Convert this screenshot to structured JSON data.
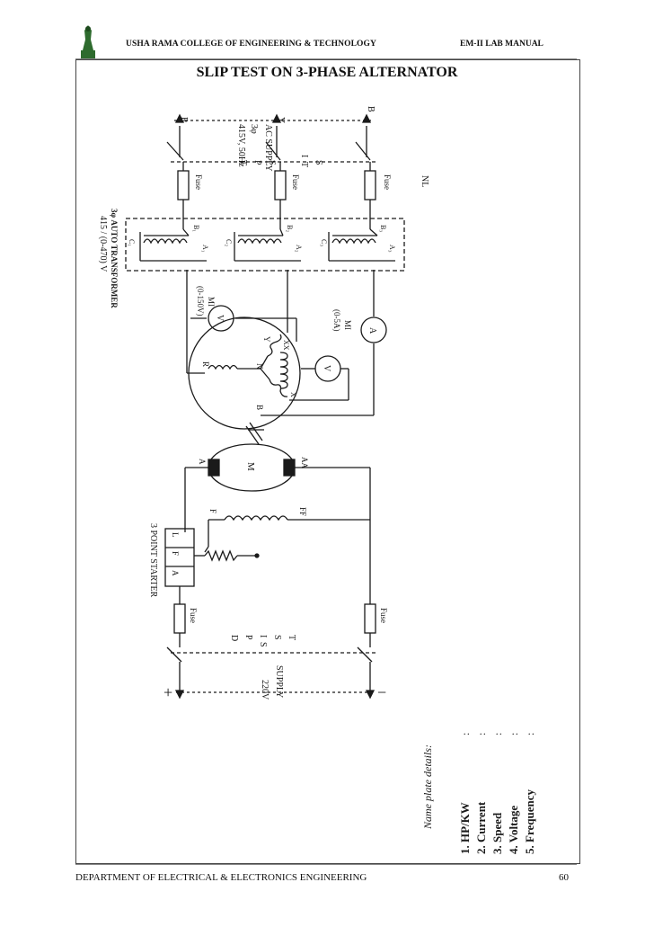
{
  "header": {
    "college": "USHA RAMA COLLEGE OF ENGINEERING & TECHNOLOGY",
    "manual": "EM-II LAB MANUAL"
  },
  "title": "SLIP TEST ON 3-PHASE ALTERNATOR",
  "diagram": {
    "phase_r": "R",
    "phase_y": "Y",
    "phase_b": "B",
    "supply_1": "415V, 50Hz",
    "supply_2": "3φ",
    "supply_3": "AC SUPPLY",
    "tpst": [
      "T",
      "P",
      "S",
      "T"
    ],
    "tpst_right": [
      "I",
      "T",
      "S"
    ],
    "nl": "NL",
    "fuse": "Fuse",
    "auto_1": "415 / (0-470) V",
    "auto_2": "3φ AUTO TRANSFORMER",
    "a1": "A₁",
    "a2": "A₂",
    "a3": "A₃",
    "b1": "B₁",
    "b2": "B₂",
    "b3": "B₃",
    "c1": "C₁",
    "c2": "C₂",
    "c3": "C₃",
    "voltmeter_range": "(0-150V)",
    "voltmeter_label": "MI",
    "v": "V",
    "ammeter_range": "(0-5A)",
    "ammeter_label": "MI",
    "a": "A",
    "gen_r": "R",
    "gen_y": "Y",
    "gen_b": "B",
    "gen_n": "N",
    "gen_x": "X",
    "gen_xx": "XX",
    "motor": "M",
    "motor_a": "A",
    "motor_aa": "AA",
    "field_f": "F",
    "field_ff": "FF",
    "starter": "3 POINT STARTER",
    "starter_l": "L",
    "starter_f": "F",
    "starter_a": "A",
    "dpst": [
      "D",
      "P",
      "S",
      "T"
    ],
    "dpst_right": [
      "I",
      "S"
    ],
    "plus": "+",
    "minus": "−",
    "dc_1": "220V",
    "dc_2": "SUPPLY"
  },
  "nameplate": {
    "heading": "Name plate details:",
    "items": [
      "1.  HP/KW",
      "2.  Current",
      "3.  Speed",
      "4.  Voltage",
      "5.  Frequency"
    ],
    "colons": [
      ":",
      ":",
      ":",
      ":",
      ":"
    ]
  },
  "footer": {
    "dept": "DEPARTMENT OF ELECTRICAL & ELECTRONICS ENGINEERING",
    "page": "60"
  }
}
